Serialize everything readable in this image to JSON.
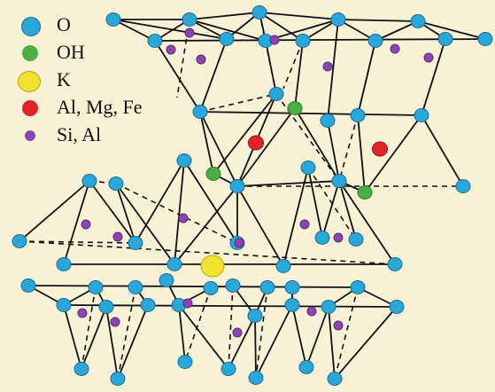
{
  "legend": {
    "items": [
      {
        "key": "O",
        "label": "O",
        "color": "#2aa7d9"
      },
      {
        "key": "OH",
        "label": "OH",
        "color": "#4caf45"
      },
      {
        "key": "K",
        "label": "K",
        "color": "#f0e030"
      },
      {
        "key": "AlMgFe",
        "label": "Al, Mg, Fe",
        "color": "#e0242a"
      },
      {
        "key": "SiAl",
        "label": "Si, Al",
        "color": "#8c44b0"
      }
    ]
  },
  "colors": {
    "background": "#f7f1d6",
    "bond": "#111111",
    "atom_outline": "#1a6b93"
  }
}
